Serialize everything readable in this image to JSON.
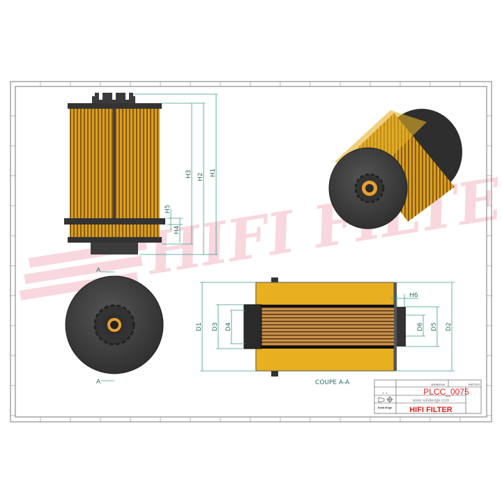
{
  "watermark": "HIFI FILTER",
  "views": {
    "front": {
      "dimensions": [
        "H1",
        "H2",
        "H3",
        "H4",
        "H5"
      ]
    },
    "end": {
      "section_marker": "A"
    },
    "section": {
      "title": "COUPE A-A",
      "dimensions": [
        "D1",
        "D2",
        "D3",
        "D4",
        "D5",
        "D6",
        "H6"
      ]
    }
  },
  "title_block": {
    "date": "10/05/2016",
    "checked_by": "RATTEO",
    "scale": "1 : 1",
    "part_number": "PLCC_0075",
    "website": "www.solidedge.com",
    "software": "Solid Edge",
    "brand": "HIFI FILTER"
  },
  "colors": {
    "filter_media": "#e8b020",
    "end_cap": "#3c3c3c",
    "dimension": "#3a9a8a",
    "title_red": "#e0201c",
    "watermark": "#f4c0c8"
  }
}
